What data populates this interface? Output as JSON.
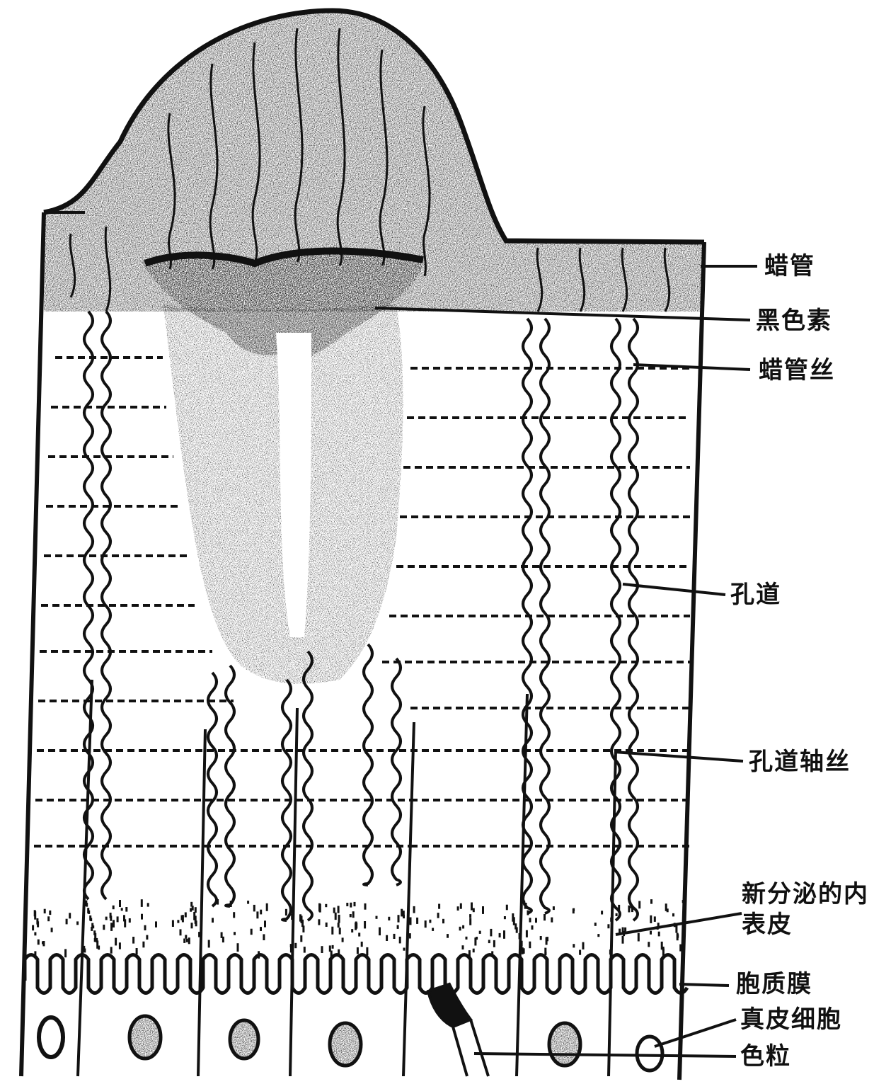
{
  "diagram": {
    "labels": {
      "wax_canal": "蜡管",
      "melanin": "黑色素",
      "wax_canal_filament": "蜡管丝",
      "pore_canal": "孔道",
      "pore_canal_axial_filament": "孔道轴丝",
      "newly_secreted_endocuticle": "新分泌的内表皮",
      "plasma_membrane": "胞质膜",
      "epidermal_cell": "真皮细胞",
      "pigment_granule": "色粒"
    }
  },
  "colors": {
    "ink": "#111111",
    "paper": "#ffffff"
  }
}
